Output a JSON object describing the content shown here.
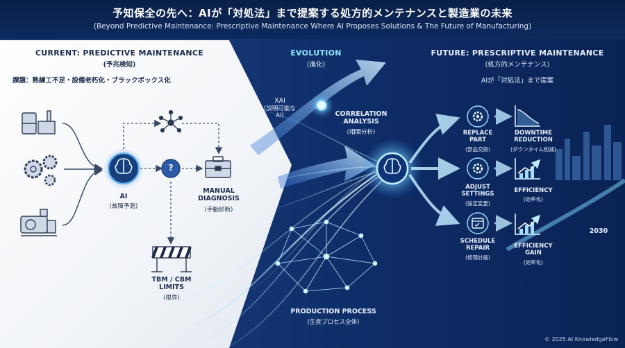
{
  "title": "予知保全の先へ：AIが「対処法」まで提案する処方的メンテナンスと製造業の未来",
  "subtitle": "(Beyond Predictive Maintenance: Prescriptive Maintenance Where AI Proposes Solutions & The Future of Manufacturing)",
  "current": {
    "heading": "CURRENT: PREDICTIVE MAINTENANCE",
    "heading_jp": "(予兆検知)",
    "issues": "課題：熟練工不足・設備老朽化・ブラックボックス化",
    "ai_label": "AI",
    "ai_label_jp": "(故障予測)",
    "question": "?",
    "manual_label": "MANUAL\nDIAGNOSIS",
    "manual_label_jp": "(手動診断)",
    "limits_label": "TBM / CBM\nLIMITS",
    "limits_label_jp": "(限界)"
  },
  "evolution": {
    "heading": "EVOLUTION",
    "heading_jp": "(進化)",
    "xai_label": "XAI",
    "xai_label_jp": "(説明可能な\nAI)",
    "correlation_label": "CORRELATION\nANALYSIS",
    "correlation_label_jp": "(相関分析)",
    "production_label": "PRODUCTION PROCESS",
    "production_label_jp": "(生産プロセス全体)"
  },
  "future": {
    "heading": "FUTURE: PRESCRIPTIVE MAINTENANCE",
    "heading_jp": "(処方的メンテナンス)",
    "tagline": "AIが「対処法」まで提案",
    "actions": [
      {
        "label": "REPLACE\nPART",
        "label_jp": "(部品交換)"
      },
      {
        "label": "ADJUST\nSETTINGS",
        "label_jp": "(設定変更)"
      },
      {
        "label": "SCHEDULE\nREPAIR",
        "label_jp": "(修理計画)"
      }
    ],
    "outcomes": [
      {
        "label": "DOWNTIME\nREDUCTION",
        "label_jp": "(ダウンタイム削減)"
      },
      {
        "label": "EFFICIENCY",
        "label_jp": "(効率化)"
      },
      {
        "label": "EFFICIENCY\nGAIN",
        "label_jp": "(効率化)"
      }
    ],
    "year": "2030"
  },
  "footer": "© 2025 AI KnowledgeFlow",
  "colors": {
    "dark_navy": "#0b2350",
    "accent_cyan": "#5fd3ff",
    "panel_light": "#f1f4f8",
    "text_dark": "#1c2d4a"
  }
}
